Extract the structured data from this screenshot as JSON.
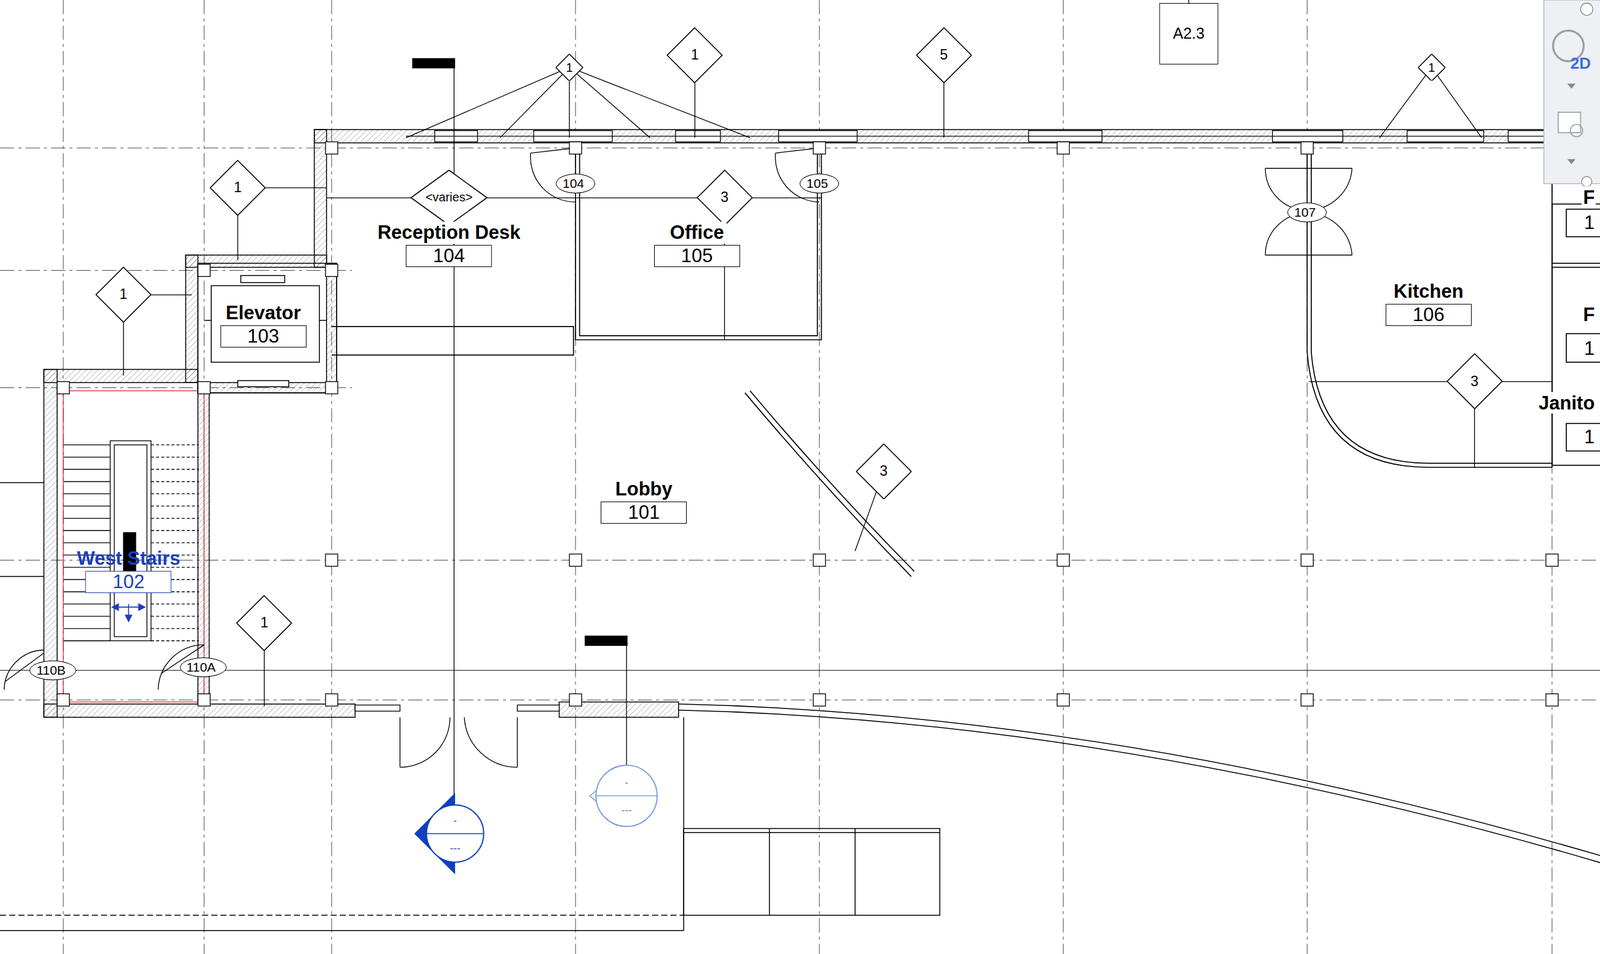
{
  "diagram": {
    "nodes": [
      {
        "text": [
          "A2.3"
        ]
      },
      {
        "text": [
          "1"
        ]
      },
      {
        "text": [
          "1"
        ]
      },
      {
        "text": [
          "5"
        ]
      },
      {
        "text": [
          "1"
        ]
      },
      {
        "text": [
          "1"
        ]
      },
      {
        "text": [
          "<varies>"
        ]
      },
      {
        "text": [
          "104"
        ]
      },
      {
        "text": [
          "3"
        ]
      },
      {
        "text": [
          "105"
        ]
      },
      {
        "text": [
          "107"
        ]
      },
      {
        "text": [
          "Reception Desk",
          "104"
        ]
      },
      {
        "text": [
          "Office",
          "105"
        ]
      },
      {
        "text": [
          "Kitchen",
          "106"
        ]
      },
      {
        "text": [
          "1"
        ]
      },
      {
        "text": [
          "Elevator",
          "103"
        ]
      },
      {
        "text": [
          "3"
        ]
      },
      {
        "text": [
          "3"
        ]
      },
      {
        "text": [
          "Lobby",
          "101"
        ]
      },
      {
        "text": [
          "West Stairs",
          "102"
        ]
      },
      {
        "text": [
          "1"
        ]
      },
      {
        "text": [
          "110B"
        ]
      },
      {
        "text": [
          "110A"
        ]
      }
    ],
    "labels": [
      "2D",
      "-",
      "---",
      "-",
      "---",
      "F",
      "1",
      "F",
      "1",
      "Janito",
      "1"
    ]
  }
}
